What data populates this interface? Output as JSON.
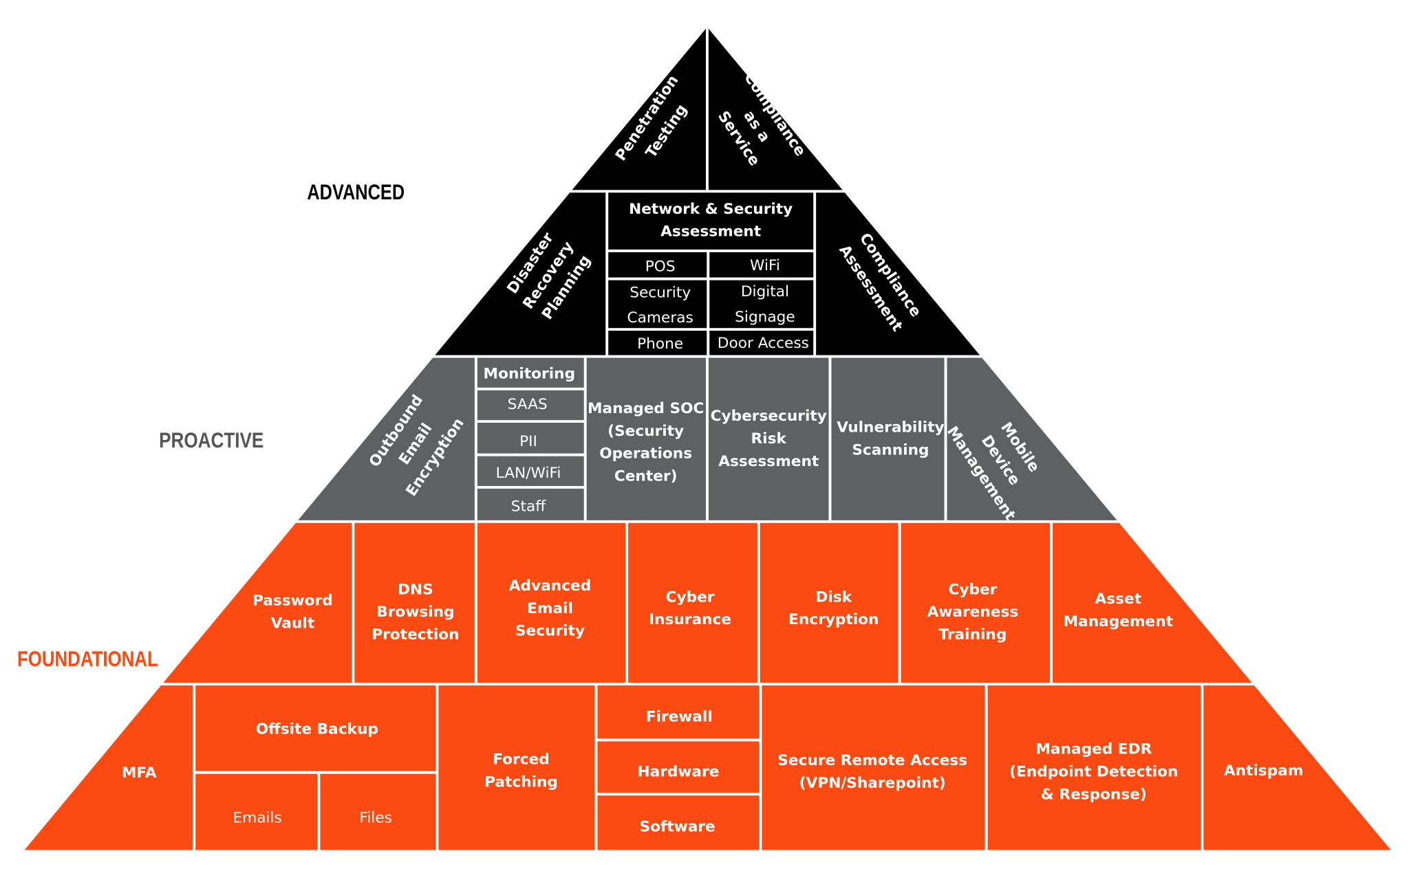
{
  "colors": {
    "advanced": "#000000",
    "proactive": "#5f6062",
    "foundational": "#fc4a13",
    "proactive_label": "#555555",
    "divider": "#ffffff"
  },
  "levels": {
    "advanced": "ADVANCED",
    "proactive": "PROACTIVE",
    "foundational": "FOUNDATIONAL"
  },
  "advanced": {
    "penetration_testing": [
      "Penetration",
      "Testing"
    ],
    "compliance_as_a_service": [
      "Compliance",
      "as a",
      "Service"
    ],
    "disaster_recovery_planning": [
      "Disaster",
      "Recovery",
      "Planning"
    ],
    "network_security_assessment": [
      "Network & Security",
      "Assessment"
    ],
    "pos": [
      "POS"
    ],
    "wifi": [
      "WiFi"
    ],
    "security_cameras": [
      "Security",
      "Cameras"
    ],
    "digital_signage": [
      "Digital",
      "Signage"
    ],
    "phone": [
      "Phone"
    ],
    "door_access": [
      "Door Access"
    ],
    "compliance_assessment": [
      "Compliance",
      "Assessment"
    ]
  },
  "proactive": {
    "outbound_email_encryption": [
      "Outbound",
      "Email",
      "Encryption"
    ],
    "monitoring": [
      "Monitoring"
    ],
    "saas": [
      "SAAS"
    ],
    "pii": [
      "PII"
    ],
    "lan_wifi": [
      "LAN/WiFi"
    ],
    "staff": [
      "Staff"
    ],
    "managed_soc": [
      "Managed SOC",
      "(Security",
      "Operations",
      "Center)"
    ],
    "cybersecurity_risk_assessment": [
      "Cybersecurity",
      "Risk",
      "Assessment"
    ],
    "vulnerability_scanning": [
      "Vulnerability",
      "Scanning"
    ],
    "mobile_device_management": [
      "Mobile",
      "Device",
      "Management"
    ]
  },
  "foundational": {
    "password_vault": [
      "Password",
      "Vault"
    ],
    "dns_browsing_protection": [
      "DNS",
      "Browsing",
      "Protection"
    ],
    "advanced_email_security": [
      "Advanced",
      "Email",
      "Security"
    ],
    "cyber_insurance": [
      "Cyber",
      "Insurance"
    ],
    "disk_encryption": [
      "Disk",
      "Encryption"
    ],
    "cyber_awareness_training": [
      "Cyber",
      "Awareness",
      "Training"
    ],
    "asset_management": [
      "Asset",
      "Management"
    ],
    "mfa": [
      "MFA"
    ],
    "offsite_backup": [
      "Offsite Backup"
    ],
    "emails": [
      "Emails"
    ],
    "files": [
      "Files"
    ],
    "forced_patching": [
      "Forced",
      "Patching"
    ],
    "firewall": [
      "Firewall"
    ],
    "hardware": [
      "Hardware"
    ],
    "software": [
      "Software"
    ],
    "secure_remote_access": [
      "Secure Remote Access",
      "(VPN/Sharepoint)"
    ],
    "managed_edr": [
      "Managed EDR",
      "(Endpoint Detection",
      "& Response)"
    ],
    "antispam": [
      "Antispam"
    ]
  }
}
